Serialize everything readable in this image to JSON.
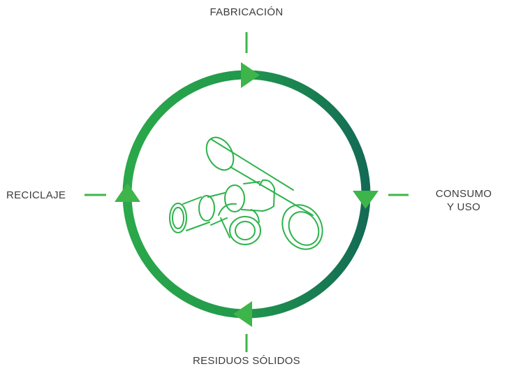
{
  "stages": {
    "top": "FABRICACIÓN",
    "right_line1": "CONSUMO",
    "right_line2": "Y USO",
    "bottom": "RESIDUOS SÓLIDOS",
    "left": "RECICLAJE"
  },
  "colors": {
    "ring_light": "#2aa84a",
    "ring_dark": "#136b55",
    "arrow": "#3db54a",
    "pipe_stroke": "#2bb34a",
    "tick": "#3db54a",
    "text": "#3c3c3c"
  },
  "center_icon": "pipe-tee-fitting-icon"
}
